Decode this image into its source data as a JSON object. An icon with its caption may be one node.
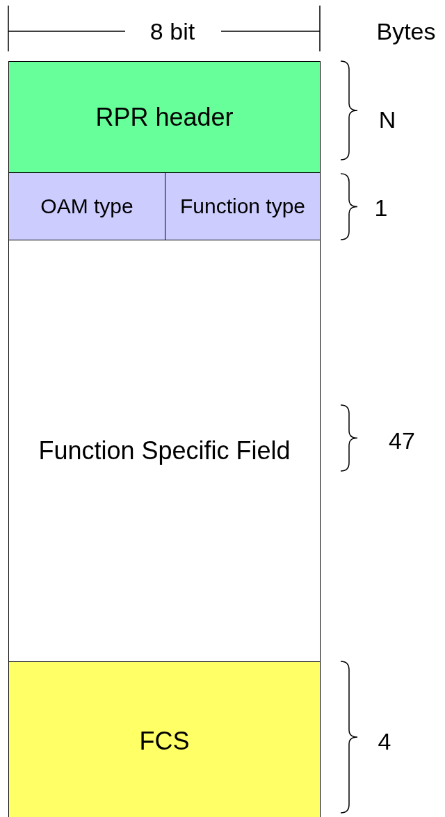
{
  "diagram": {
    "nodes": [
      {
        "text": [
          "RPR header"
        ]
      },
      {
        "text": [
          "OAM type"
        ]
      },
      {
        "text": [
          "Function type"
        ]
      },
      {
        "text": [
          "Function Specific Field"
        ]
      },
      {
        "text": [
          "FCS"
        ]
      }
    ],
    "edges": [],
    "labels": [
      "8 bit",
      "Bytes",
      "N",
      "1",
      "47",
      "4"
    ]
  }
}
